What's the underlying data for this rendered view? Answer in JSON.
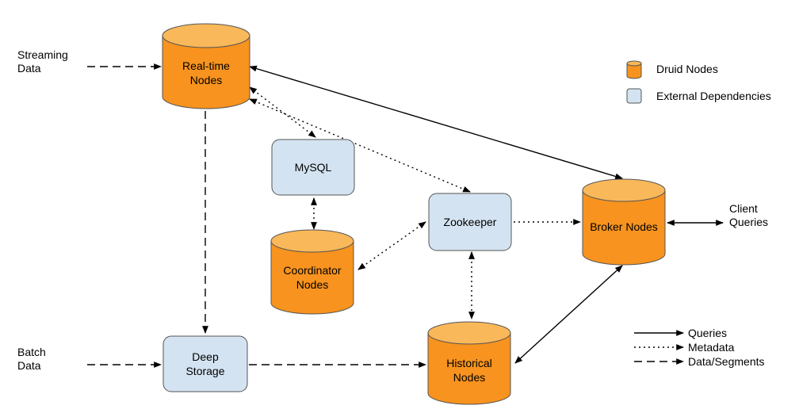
{
  "colors": {
    "druid_fill": "#f7931e",
    "druid_top": "#f9b85a",
    "dep_fill": "#d4e3f1",
    "stroke": "#555555",
    "line": "#000000"
  },
  "nodes": {
    "realtime": {
      "line1": "Real-time",
      "line2": "Nodes"
    },
    "mysql": {
      "line1": "MySQL"
    },
    "coordinator": {
      "line1": "Coordinator",
      "line2": "Nodes"
    },
    "zookeeper": {
      "line1": "Zookeeper"
    },
    "broker": {
      "line1": "Broker Nodes"
    },
    "deep_storage": {
      "line1": "Deep",
      "line2": "Storage"
    },
    "historical": {
      "line1": "Historical",
      "line2": "Nodes"
    }
  },
  "inputs": {
    "streaming": {
      "line1": "Streaming",
      "line2": "Data"
    },
    "batch": {
      "line1": "Batch",
      "line2": "Data"
    },
    "client": {
      "line1": "Client",
      "line2": "Queries"
    }
  },
  "legend": {
    "druid_nodes": "Druid Nodes",
    "external_dependencies": "External Dependencies",
    "queries": "Queries",
    "metadata": "Metadata",
    "data_segments": "Data/Segments"
  }
}
